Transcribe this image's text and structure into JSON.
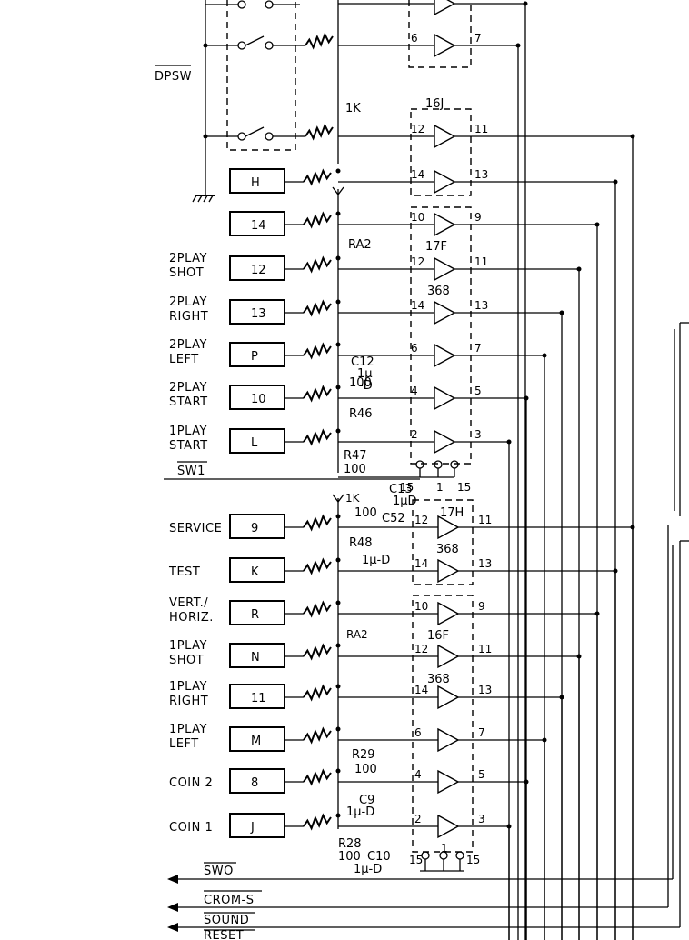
{
  "colors": {
    "ink": "#000000",
    "paper": "#ffffff"
  },
  "labels": {
    "dpsw": "DPSW",
    "sw1": "SW1",
    "swo": "SWO",
    "crom_s": "CROM-S",
    "sound": "SOUND",
    "reset": "RESET",
    "r1k_top": "1K",
    "r1k_mid": "1K",
    "ra2_a": "RA2",
    "ra2_b": "RA2"
  },
  "chips": [
    {
      "id": "16J",
      "label": "16J"
    },
    {
      "id": "17F",
      "label": "17F",
      "part": "368"
    },
    {
      "id": "17H",
      "label": "17H",
      "part": "368"
    },
    {
      "id": "16F",
      "label": "16F",
      "part": "368"
    }
  ],
  "connectors_top": [
    {
      "pin": "H",
      "signal": ""
    },
    {
      "pin": "14",
      "signal": ""
    },
    {
      "pin": "12",
      "signal_line1": "2PLAY",
      "signal_line2": "SHOT"
    },
    {
      "pin": "13",
      "signal_line1": "2PLAY",
      "signal_line2": "RIGHT"
    },
    {
      "pin": "P",
      "signal_line1": "2PLAY",
      "signal_line2": "LEFT"
    },
    {
      "pin": "10",
      "signal_line1": "2PLAY",
      "signal_line2": "START"
    },
    {
      "pin": "L",
      "signal_line1": "1PLAY",
      "signal_line2": "START"
    }
  ],
  "connectors_bottom": [
    {
      "pin": "9",
      "signal": "SERVICE"
    },
    {
      "pin": "K",
      "signal": "TEST"
    },
    {
      "pin": "R",
      "signal_line1": "VERT./",
      "signal_line2": "HORIZ."
    },
    {
      "pin": "N",
      "signal_line1": "1PLAY",
      "signal_line2": "SHOT"
    },
    {
      "pin": "11",
      "signal_line1": "1PLAY",
      "signal_line2": "RIGHT"
    },
    {
      "pin": "M",
      "signal_line1": "1PLAY",
      "signal_line2": "LEFT"
    },
    {
      "pin": "8",
      "signal": "COIN 2"
    },
    {
      "pin": "J",
      "signal": "COIN 1"
    }
  ],
  "buffer_pins": {
    "b0": {
      "in": "",
      "out": ""
    },
    "b1": {
      "in": "6",
      "out": "7"
    },
    "b2": {
      "in": "12",
      "out": "11"
    },
    "b3": {
      "in": "14",
      "out": "13"
    },
    "b4": {
      "in": "10",
      "out": "9"
    },
    "b5": {
      "in": "12",
      "out": "11"
    },
    "b6": {
      "in": "14",
      "out": "13"
    },
    "b7": {
      "in": "6",
      "out": "7"
    },
    "b8": {
      "in": "4",
      "out": "5"
    },
    "b9": {
      "in": "2",
      "out": "3"
    },
    "b10": {
      "in": "12",
      "out": "11"
    },
    "b11": {
      "in": "14",
      "out": "13"
    },
    "b12": {
      "in": "10",
      "out": "9"
    },
    "b13": {
      "in": "12",
      "out": "11"
    },
    "b14": {
      "in": "14",
      "out": "13"
    },
    "b15": {
      "in": "6",
      "out": "7"
    },
    "b16": {
      "in": "4",
      "out": "5"
    },
    "b17": {
      "in": "2",
      "out": "3"
    }
  },
  "components": {
    "c12": {
      "name": "C12",
      "value1": "1μ",
      "value2": "-D"
    },
    "r46": {
      "name": "R46",
      "value": "100"
    },
    "r47": {
      "name": "R47",
      "value": "100"
    },
    "c13": {
      "name": "C13",
      "value": "1μD"
    },
    "c52": {
      "name": "C52",
      "r_value": "100"
    },
    "r48": {
      "name": "R48",
      "value": "1μ-D"
    },
    "r29": {
      "name": "R29",
      "value": "100"
    },
    "c9": {
      "name": "C9",
      "value": "1μ-D"
    },
    "r28": {
      "name": "R28",
      "value": "100"
    },
    "c10": {
      "name": "C10",
      "value": "1μ-D"
    }
  },
  "enable_pins": {
    "top_left": "15",
    "top_mid": "1",
    "top_right": "15",
    "bot_left": "15",
    "bot_mid": "1",
    "bot_right": "15"
  }
}
